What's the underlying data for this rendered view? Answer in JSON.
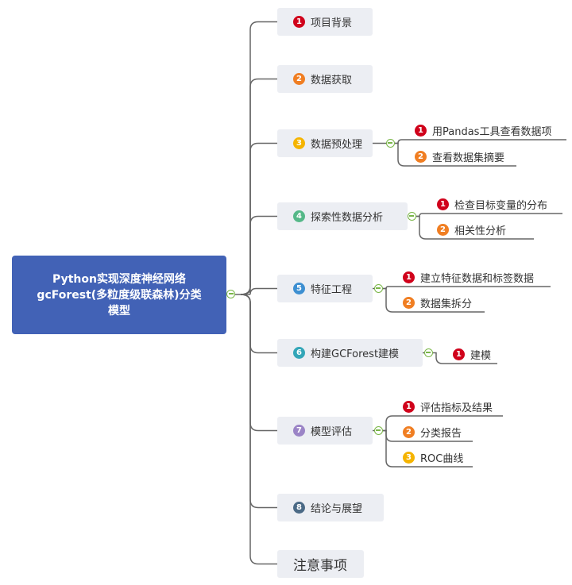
{
  "colors": {
    "root_bg": "#4262b6",
    "branch_bg": "#eceef3",
    "line": "#666666",
    "toggle": "#7ab648",
    "badge_1": "#d0021b",
    "badge_2": "#f07e22",
    "badge_3": "#f5b400",
    "badge_4": "#55b888",
    "badge_5": "#3d8fd1",
    "badge_6": "#33a6b8",
    "badge_7": "#9b84c6",
    "badge_8": "#4b6a86"
  },
  "root": {
    "lines": [
      "Python实现深度神经网络",
      "gcForest(多粒度级联森林)分类",
      "模型"
    ]
  },
  "branches": [
    {
      "badge": "1",
      "label": "项目背景",
      "children": []
    },
    {
      "badge": "2",
      "label": "数据获取",
      "children": []
    },
    {
      "badge": "3",
      "label": "数据预处理",
      "children": [
        {
          "badge": "1",
          "label": "用Pandas工具查看数据项"
        },
        {
          "badge": "2",
          "label": "查看数据集摘要"
        }
      ]
    },
    {
      "badge": "4",
      "label": "探索性数据分析",
      "children": [
        {
          "badge": "1",
          "label": "检查目标变量的分布"
        },
        {
          "badge": "2",
          "label": "相关性分析"
        }
      ]
    },
    {
      "badge": "5",
      "label": "特征工程",
      "children": [
        {
          "badge": "1",
          "label": "建立特征数据和标签数据"
        },
        {
          "badge": "2",
          "label": "数据集拆分"
        }
      ]
    },
    {
      "badge": "6",
      "label": "构建GCForest建模",
      "children": [
        {
          "badge": "1",
          "label": "建模"
        }
      ]
    },
    {
      "badge": "7",
      "label": "模型评估",
      "children": [
        {
          "badge": "1",
          "label": "评估指标及结果"
        },
        {
          "badge": "2",
          "label": "分类报告"
        },
        {
          "badge": "3",
          "label": "ROC曲线"
        }
      ]
    },
    {
      "badge": "8",
      "label": "结论与展望",
      "children": []
    },
    {
      "badge": "",
      "label": "注意事项",
      "children": []
    }
  ]
}
